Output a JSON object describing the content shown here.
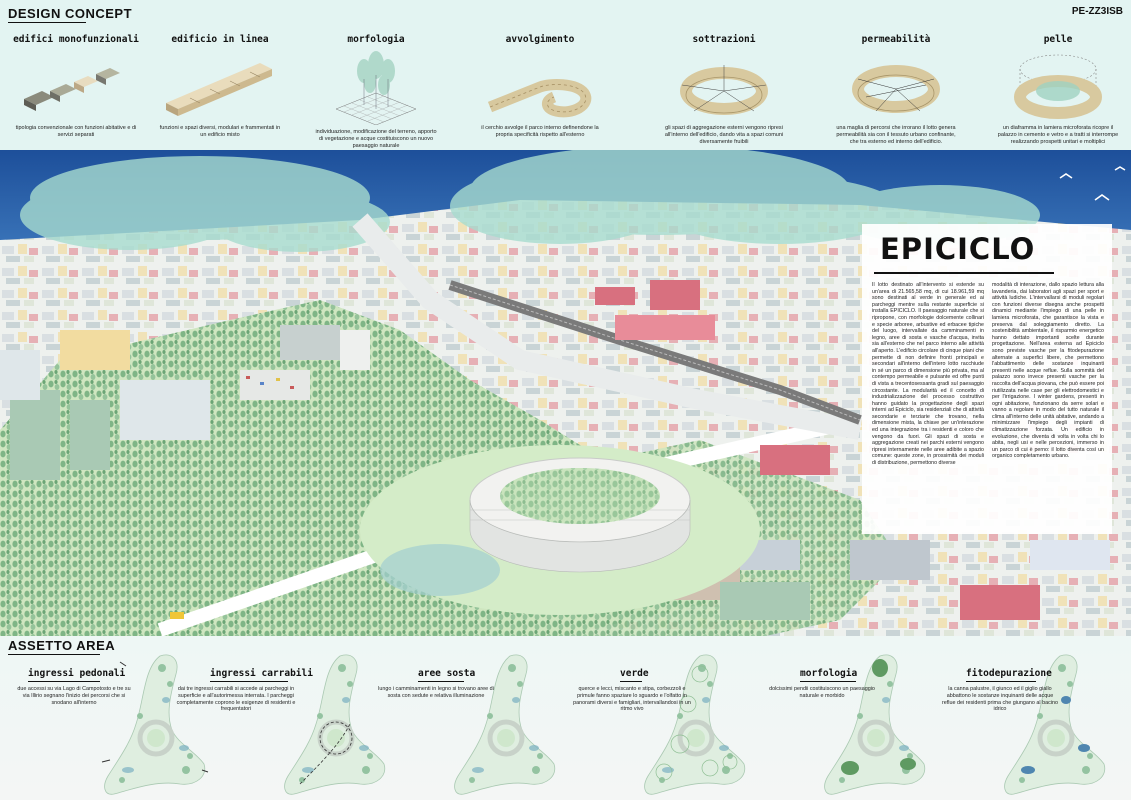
{
  "header": {
    "design_title": "DESIGN CONCEPT",
    "code": "PE-ZZ3ISB"
  },
  "concepts": [
    {
      "title": "edifici monofunzionali",
      "desc": "tipologia convenzionale con funzioni abitative e di servizi separati"
    },
    {
      "title": "edificio in linea",
      "desc": "funzioni e spazi diversi, modulari e frammentati in un edificio misto"
    },
    {
      "title": "morfologia",
      "desc": "individuazione, modificazione del terreno, apporto di vegetazione e acque costituiscono un nuovo paesaggio naturale"
    },
    {
      "title": "avvolgimento",
      "desc": "il cerchio avvolge il parco interno definendone la propria specificità rispetto all'esterno"
    },
    {
      "title": "sottrazioni",
      "desc": "gli spazi di aggregazione esterni vengono ripresi all'interno dell'edificio, dando vita a spazi comuni diversamente fruibili"
    },
    {
      "title": "permeabilità",
      "desc": "una maglia di percorsi che irrorano il lotto genera permeabilità sia con il tessuto urbano confinante, che tra esterno ed interno dell'edificio."
    },
    {
      "title": "pelle",
      "desc": "un diaframma in lamiera microforata ricopre il palazzo in cemento e vetro e a tratti si interrompe realizzando prospetti unitari e moltiplici"
    }
  ],
  "panel": {
    "title": "EPICICLO",
    "col1": "Il lotto destinato all'intervento si estende su un'area di 21.565,58 mq, di cui 18.961,59 mq sono destinati al verde in generale ed ai parcheggi mentre sulla restante superficie si installa EPICICLO. Il paesaggio naturale che si ripropone, con morfologie dolcemente collinari e specie arboree, arbustive ed erbacee tipiche del luogo, intervallate da camminamenti in legno, aree di sosta e vasche d'acqua, invita sia all'esterno che nel parco interno alle attività all'aperto. L'edificio circolare di cinque piani che permette di non definire fronti principali e secondari all'interno dell'intero lotto racchiude in sé un parco di dimensione più privata, ma al contempo permeabile e pulsante ed offre punti di vista a trecentosessanta gradi sul paesaggio circostante. La modularità ed il concetto di industrializzazione del processo costruttivo hanno guidato la progettazione degli spazi interni ad Epiciclo, sia residenziali che di attività secondarie e terziarie che trovano, nella dimensione mista, la chiave per un'interazione ed una integrazione tra i residenti e coloro che vengono da fuori. Gli spazi di sosta e aggregazione creati nei parchi esterni vengono ripresi internamente nelle aree adibite a spazio comune: queste zone, in prossimità dei moduli di distribuzione, permettono diverse",
    "col2": "modalità di interazione, dallo spazio lettura alla lavanderia, dai laboratori agli spazi per sport e attività ludiche. L'intervallarsi di moduli regolari con funzioni diverse disegna anche prospetti dinamici mediante l'impiego di una pelle in lamiera microforata, che garantisce la vista e preserva dal soleggiamento diretto. La sostenibilità ambientale, il risparmio energetico hanno dettato importanti scelte durante progettazione. Nell'area esterna ad Epiciclo sono previste vasche per la fitodepurazione alternate a superfici libere, che permettono l'abbattimento delle sostanze inquinanti presenti nelle acque reflue. Sulla sommità del palazzo sono invece presenti vasche per la raccolta dell'acqua piovana, che può essere poi riutilizzata nelle case per gli elettrodomestici e per l'irrigazione. I winter gardens, presenti in ogni abitazione, funzionano da serre solari e vanno a regolare in modo del tutto naturale il clima all'interno delle unità abitative, andando a minimizzare l'impiego degli impianti di climatizzazione forzata. Un edificio in evoluzione, che diventa di volta in volta chi lo abita, negli usi e nelle percezioni, immerso in un parco di cui è perno: il lotto diventa così un organico completamento urbano."
  },
  "assetto": {
    "title": "ASSETTO AREA",
    "items": [
      {
        "title": "ingressi pedonali",
        "desc": "due accessi su via Lago di Campotosto e tre su via Illirio segnano l'inizio dei percorsi che si snodano all'interno"
      },
      {
        "title": "ingressi carrabili",
        "desc": "dai tre ingressi carrabili si accede ai parcheggi in superficie e all'autorimessa interrata. I parcheggi completamente coprono le esigenze di residenti e frequentatori"
      },
      {
        "title": "aree sosta",
        "desc": "lungo i camminamenti in legno si trovano aree di sosta con sedute e relativa illuminazione"
      },
      {
        "title": "verde",
        "desc": "querce e lecci, miscanto e stipa, corbezzoli e primule fanno spaziare lo sguardo e l'olfatto in panorami diversi e famigliari, intervallandosi in un ritmo vivo"
      },
      {
        "title": "morfologia",
        "desc": "dolcissimi pendii costituiscono un paesaggio naturale e morbido"
      },
      {
        "title": "fitodepurazione",
        "desc": "la canna palustre, il giunco ed il giglio giallo abbattono le sostanze inquinanti delle acque reflue dei residenti prima che giungano al bacino idrico"
      }
    ]
  },
  "colors": {
    "sea": "#1d4f9a",
    "sky": "#e4f3f1",
    "grass": "#cfe6c0",
    "tree": "#7fb586"
  }
}
